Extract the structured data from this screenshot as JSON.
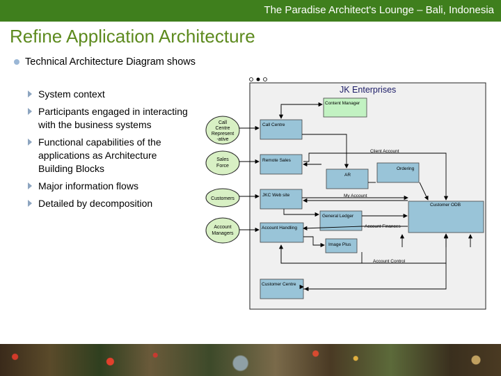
{
  "header": {
    "title": "The Paradise Architect's Lounge – Bali, Indonesia"
  },
  "slide": {
    "title": "Refine Application Architecture",
    "bullet": "Technical Architecture Diagram shows",
    "sub_bullets": [
      "System context",
      "Participants engaged in interacting with the business systems",
      "Functional capabilities of the applications as Architecture Building Blocks",
      "Major information flows",
      "Detailed by decomposition"
    ]
  },
  "diagram": {
    "enterprise_label": "JK Enterprises",
    "actors": {
      "call_centre": [
        "Call",
        "Centre",
        "Represent",
        "-ative"
      ],
      "sales_force": [
        "Sales",
        "Force"
      ],
      "customers": [
        "Customers"
      ],
      "account_managers": [
        "Account",
        "Managers"
      ]
    },
    "boxes": {
      "content_manager": "Content Manager",
      "call_centre": "Call Centre",
      "remote_sales": "Remote Sales",
      "ar": "AR",
      "ordering": "Ordering",
      "jkc_website": "JKC Web site",
      "customer_odb": "Customer ODB",
      "general_ledger": "General Ledger",
      "account_handling": "Account Handling",
      "image_plus": "Image Plus",
      "customer_centre": "Customer Centre"
    },
    "flows": {
      "client_account": "Client Account",
      "my_account": "My Account",
      "account_finances": "Account Finances",
      "account_control": "Account Control"
    },
    "colors": {
      "box": "#99c4d8",
      "green_box": "#c2f2c2",
      "actor": "#d8f0c4"
    }
  }
}
